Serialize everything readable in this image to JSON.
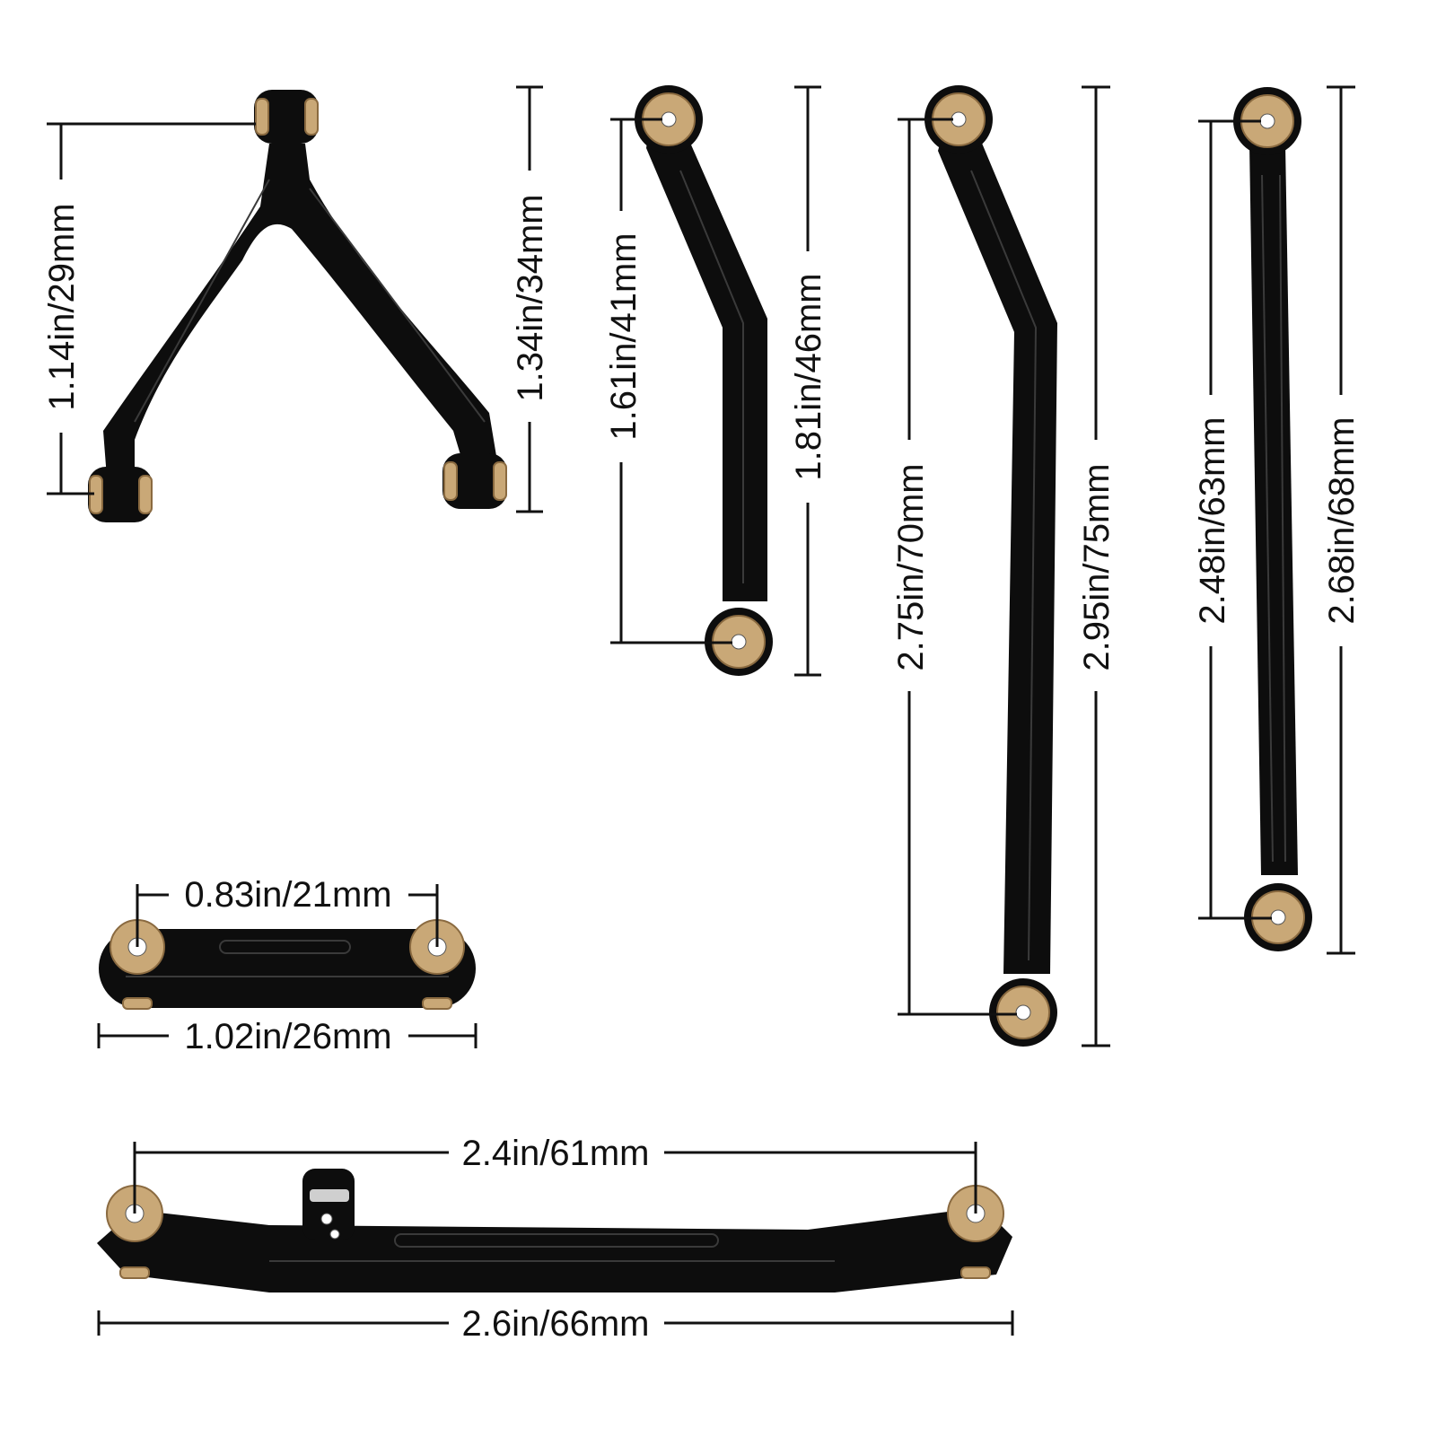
{
  "colors": {
    "part": "#0d0d0d",
    "bushing": "#c9a877",
    "line": "#111111",
    "background": "#ffffff"
  },
  "parts": {
    "a_arm": {
      "inner_height": "1.14in/29mm",
      "overall_height": "1.34in/34mm"
    },
    "short_bent_link": {
      "inner_length": "1.61in/41mm",
      "overall_length": "1.81in/46mm"
    },
    "long_bent_link": {
      "inner_length": "2.75in/70mm",
      "overall_length": "2.95in/75mm"
    },
    "straight_link": {
      "inner_length": "2.48in/63mm",
      "overall_length": "2.68in/68mm"
    },
    "short_servo_link": {
      "inner_length": "0.83in/21mm",
      "overall_length": "1.02in/26mm"
    },
    "steering_link": {
      "inner_length": "2.4in/61mm",
      "overall_length": "2.6in/66mm"
    }
  }
}
